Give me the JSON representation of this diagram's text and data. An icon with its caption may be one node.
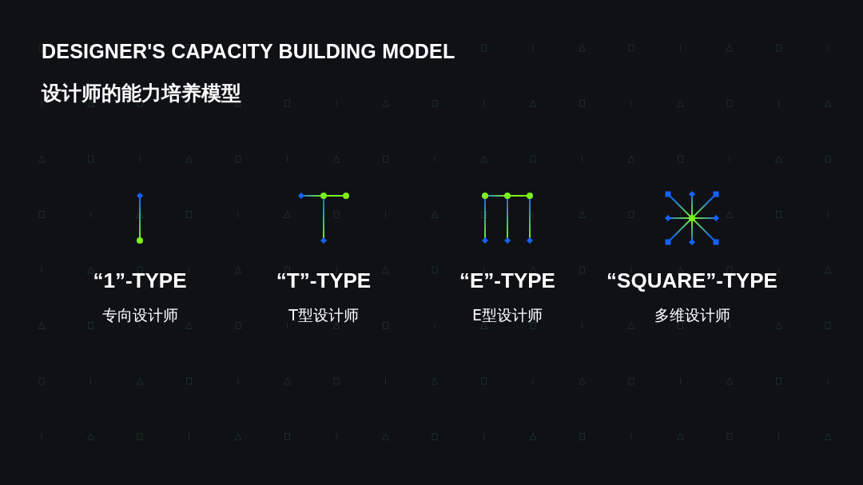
{
  "diagram": {
    "title": "DESIGNER'S CAPACITY BUILDING MODEL",
    "labels": [
      "设计师的能力培养模型",
      "“1”-TYPE",
      "专向设计师",
      "“T”-TYPE",
      "T型设计师",
      "“E”-TYPE",
      "E型设计师",
      "“SQUARE”-TYPE",
      "多维设计师"
    ]
  }
}
